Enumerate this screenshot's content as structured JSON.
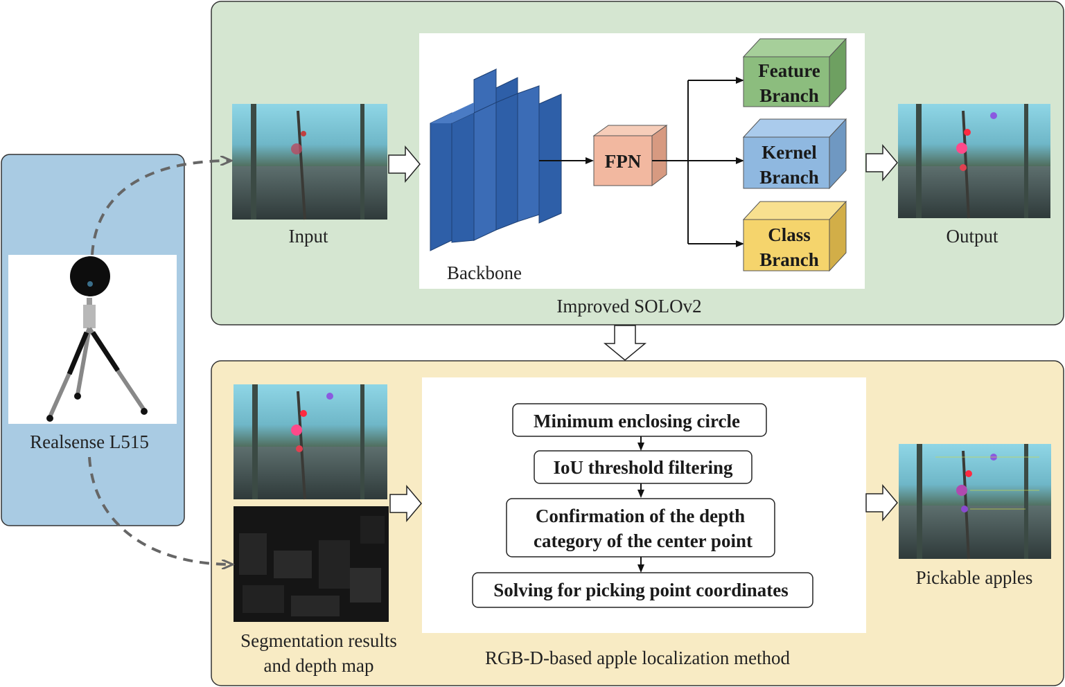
{
  "camera": {
    "label": "Realsense L515"
  },
  "top_panel": {
    "title": "Improved SOLOv2",
    "input_label": "Input",
    "output_label": "Output",
    "backbone_label": "Backbone",
    "fpn_label": "FPN",
    "branches": [
      {
        "line1": "Feature",
        "line2": "Branch",
        "color": "#8cbd7e"
      },
      {
        "line1": "Kernel",
        "line2": "Branch",
        "color": "#8fb8e0"
      },
      {
        "line1": "Class",
        "line2": "Branch",
        "color": "#f5d46c"
      }
    ]
  },
  "bottom_panel": {
    "title": "RGB-D-based apple localization method",
    "seg_label_line1": "Segmentation results",
    "seg_label_line2": "and depth map",
    "result_label": "Pickable apples",
    "steps": [
      "Minimum enclosing circle",
      "IoU threshold filtering",
      "Confirmation of the depth",
      "category of the center point",
      "Solving for picking point coordinates"
    ]
  },
  "colors": {
    "camera_panel": "#a9cbe3",
    "top_panel": "#d5e6d1",
    "bottom_panel": "#f8ebc4",
    "backbone": "#2e5fa8",
    "fpn": "#f2b8a0"
  }
}
